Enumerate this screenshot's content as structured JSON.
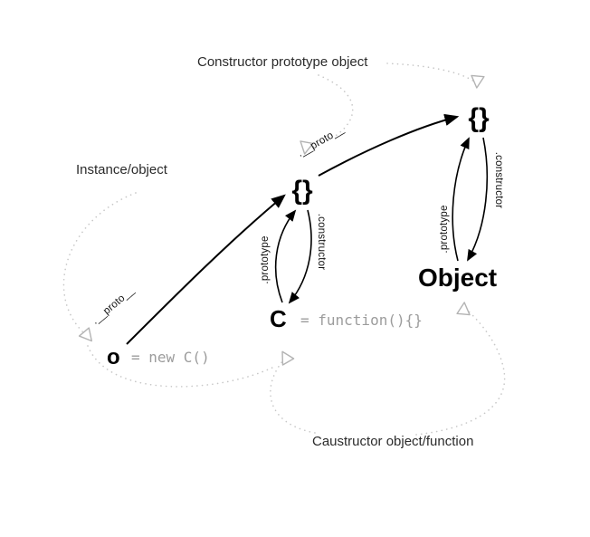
{
  "labels": {
    "constructor_prototype_object": "Constructor prototype object",
    "instance_object": "Instance/object",
    "constructor_object_function": "Caustructor object/function"
  },
  "nodes": {
    "instance": {
      "name": "o",
      "code": "= new C()"
    },
    "constructor_fn": {
      "name": "C",
      "code": "= function(){}"
    },
    "object_builtin": {
      "name": "Object"
    },
    "prototype_mid": {
      "symbol": "{}"
    },
    "prototype_top": {
      "symbol": "{}"
    }
  },
  "edges": {
    "proto": ".__proto__",
    "prototype": ".prototype",
    "constructor": ".constructor"
  },
  "icons": {
    "solid_arrowhead": "filled-triangle-arrowhead",
    "open_arrowhead": "open-triangle-pointer"
  },
  "colors": {
    "arrow": "#000000",
    "dotted_guide": "#c7c7c7",
    "code_text": "#9c9c9c",
    "label_text": "#2b2b2b"
  }
}
